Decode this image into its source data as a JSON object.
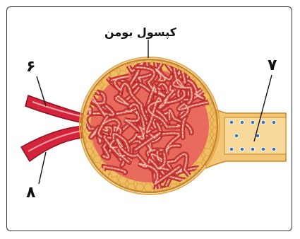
{
  "labels": {
    "capsule": "کپسول بومن",
    "six": "۶",
    "seven": "۷",
    "eight": "۸"
  },
  "colors": {
    "capsule_fill": "#f0b85a",
    "capsule_edge": "#c8862a",
    "capillary": "#d9433e",
    "capillary_light": "#f4c9b8",
    "vessel": "#d4243b",
    "tubule": "#f3c776",
    "nucleus": "#3a6fb0",
    "frame": "#333333"
  }
}
